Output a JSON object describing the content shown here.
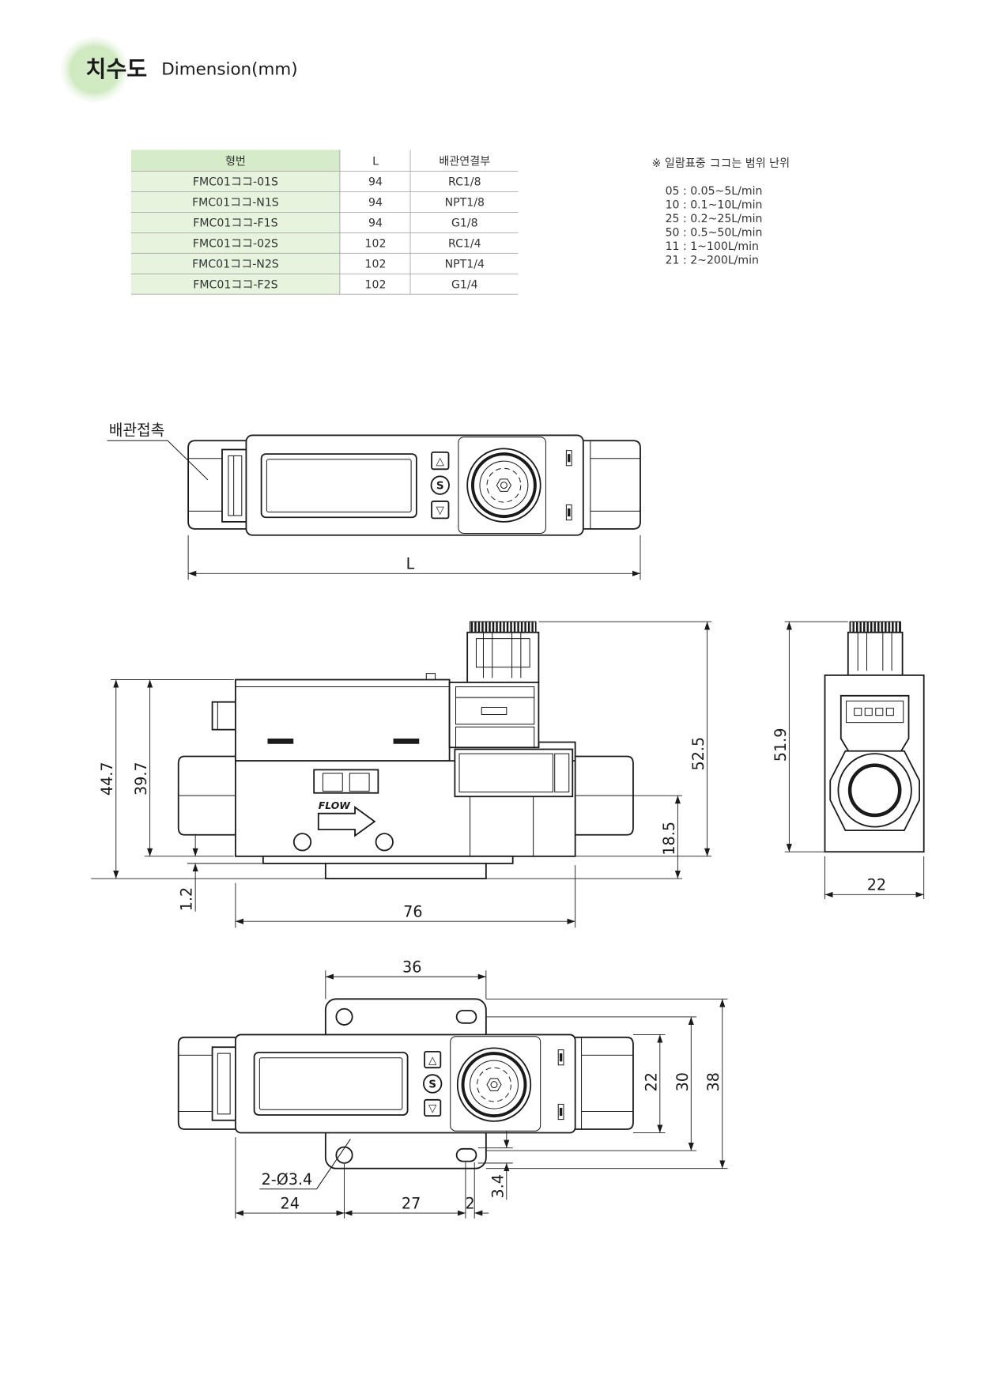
{
  "header": {
    "title_ko": "치수도",
    "title_en": "Dimension(mm)"
  },
  "colors": {
    "accent": "#4caf50",
    "accent_light": "#d4ecc6",
    "table_header": "#d6ecc8",
    "table_model_column": "#e6f3dd",
    "line": "#1a1a1a"
  },
  "table": {
    "headers": [
      "형번",
      "L",
      "배관연결부"
    ],
    "rows": [
      {
        "model": "FMC01ココ-01S",
        "L": "94",
        "port": "RC1/8"
      },
      {
        "model": "FMC01ココ-N1S",
        "L": "94",
        "port": "NPT1/8"
      },
      {
        "model": "FMC01ココ-F1S",
        "L": "94",
        "port": "G1/8"
      },
      {
        "model": "FMC01ココ-02S",
        "L": "102",
        "port": "RC1/4"
      },
      {
        "model": "FMC01ココ-N2S",
        "L": "102",
        "port": "NPT1/4"
      },
      {
        "model": "FMC01ココ-F2S",
        "L": "102",
        "port": "G1/4"
      }
    ]
  },
  "note": {
    "title": "※ 일람표중 ココ는 범위 난위",
    "ranges": [
      "05 : 0.05~5L/min",
      "10 : 0.1~10L/min",
      "25 : 0.2~25L/min",
      "50 : 0.5~50L/min",
      "11 : 1~100L/min",
      "21 : 2~200L/min"
    ]
  },
  "top_view": {
    "callout": "배관접촉",
    "dim_length": "L",
    "buttons": [
      "△",
      "S",
      "▽"
    ]
  },
  "side_view": {
    "flow_label": "FLOW",
    "dims": {
      "overall_height": "44.7",
      "body_height": "39.7",
      "plate_thickness": "1.2",
      "body_length": "76",
      "connector_height": "52.5",
      "port_center_height": "18.5"
    }
  },
  "end_view": {
    "dims": {
      "height": "51.9",
      "width": "22"
    }
  },
  "bottom_view": {
    "buttons": [
      "△",
      "S",
      "▽"
    ],
    "dims": {
      "flange_width": "36",
      "body_width": "22",
      "hole_pitch": "30",
      "flange_height": "38",
      "mount_holes": "2-Ø3.4",
      "hole_offset": "24",
      "hole_spacing": "27",
      "slot_length": "2",
      "slot_width": "3.4"
    }
  }
}
